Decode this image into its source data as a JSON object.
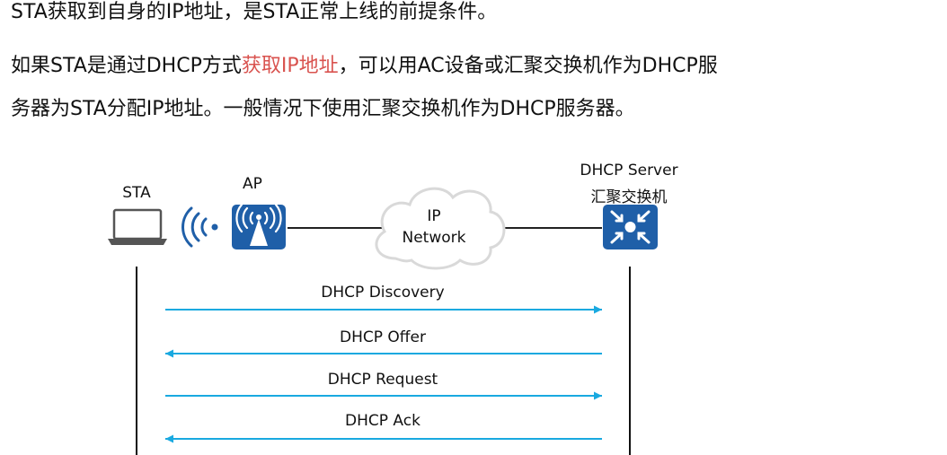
{
  "text": {
    "p1": "STA获取到自身的IP地址，是STA正常上线的前提条件。",
    "p2_part1": "如果STA是通过DHCP方式",
    "p2_highlight": "获取IP地址",
    "p2_part2": "，可以用AC设备或汇聚交换机作为DHCP服",
    "p2_line2": "务器为STA分配IP地址。一般情况下使用汇聚交换机作为DHCP服务器。"
  },
  "nodes": {
    "sta_label": "STA",
    "ap_label": "AP",
    "server_label_line1": "DHCP Server",
    "server_label_line2": "汇聚交换机",
    "cloud_line1": "IP",
    "cloud_line2": "Network"
  },
  "messages": [
    {
      "label": "DHCP Discovery",
      "direction": "right"
    },
    {
      "label": "DHCP Offer",
      "direction": "left"
    },
    {
      "label": "DHCP Request",
      "direction": "right"
    },
    {
      "label": "DHCP Ack",
      "direction": "left"
    }
  ],
  "colors": {
    "accent_blue": "#1f5fa8",
    "arrow_cyan": "#19a9e0",
    "highlight_red": "#d9534f"
  },
  "icons": {
    "sta": "laptop-icon",
    "wireless": "wifi-signal-icon",
    "ap": "access-point-icon",
    "cloud": "cloud-icon",
    "server": "switch-icon"
  }
}
